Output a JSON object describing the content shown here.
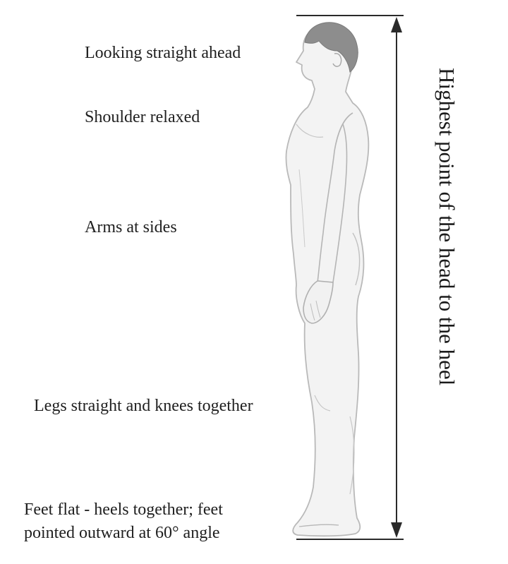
{
  "labels": {
    "looking": "Looking straight ahead",
    "shoulder": "Shoulder relaxed",
    "arms": "Arms at sides",
    "legs": "Legs straight and knees together",
    "feet_line1": "Feet flat - heels together; feet",
    "feet_line2": "pointed outward at 60° angle"
  },
  "measurement": {
    "label": "Highest point of the head to the heel"
  },
  "colors": {
    "body_fill": "#f3f3f3",
    "body_outline": "#b9b9b9",
    "hair": "#8d8d8d",
    "line": "#2a2a2a"
  }
}
